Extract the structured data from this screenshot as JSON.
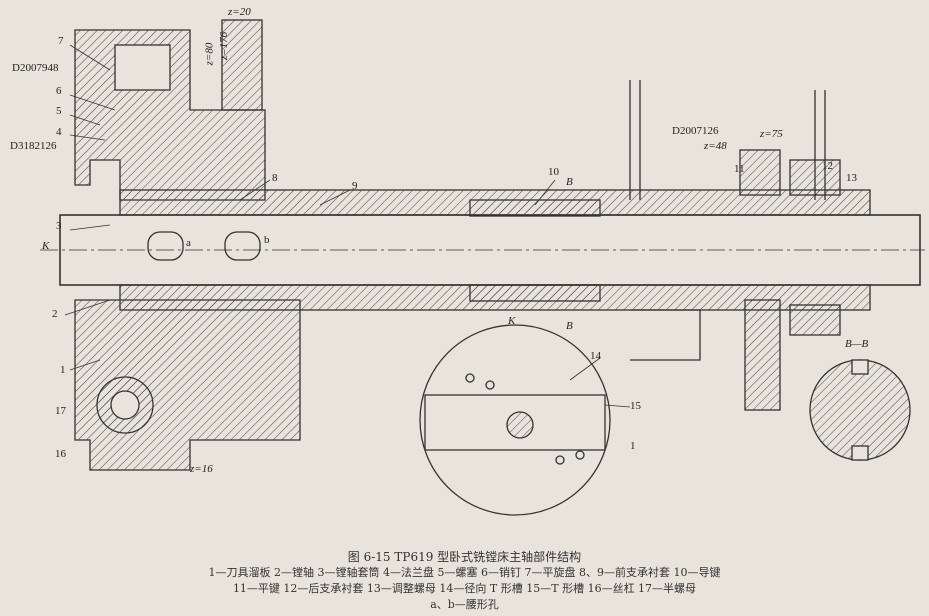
{
  "labels": {
    "n7": "7",
    "d2007948": "D2007948",
    "n6": "6",
    "n5": "5",
    "n4": "4",
    "d3182126": "D3182126",
    "n3": "3",
    "k_left": "K",
    "n2": "2",
    "n1_left": "1",
    "n17": "17",
    "n16": "16",
    "z20": "z=20",
    "z176": "z=176",
    "z80": "z=80",
    "z16": "z=16",
    "n8": "8",
    "n9": "9",
    "a": "a",
    "b": "b",
    "n10": "10",
    "b_top": "B",
    "b_bottom": "B",
    "d2007126": "D2007126",
    "z48": "z=48",
    "n11": "11",
    "z75": "z=75",
    "n12": "12",
    "n13": "13",
    "k_section": "K",
    "n14": "14",
    "n15": "15",
    "n1_section": "1",
    "section_bb": "B—B"
  },
  "caption": {
    "title": "图 6-15   TP619 型卧式铣镗床主轴部件结构",
    "line1": "1—刀具溜板   2—镗轴   3—镗轴套筒   4—法兰盘   5—螺塞   6—销钉   7—平旋盘   8、9—前支承衬套   10—导键",
    "line2": "11—平键   12—后支承衬套   13—调整螺母   14—径向 T 形槽   15—T 形槽   16—丝杠   17—半螺母",
    "line3": "a、b—腰形孔"
  }
}
